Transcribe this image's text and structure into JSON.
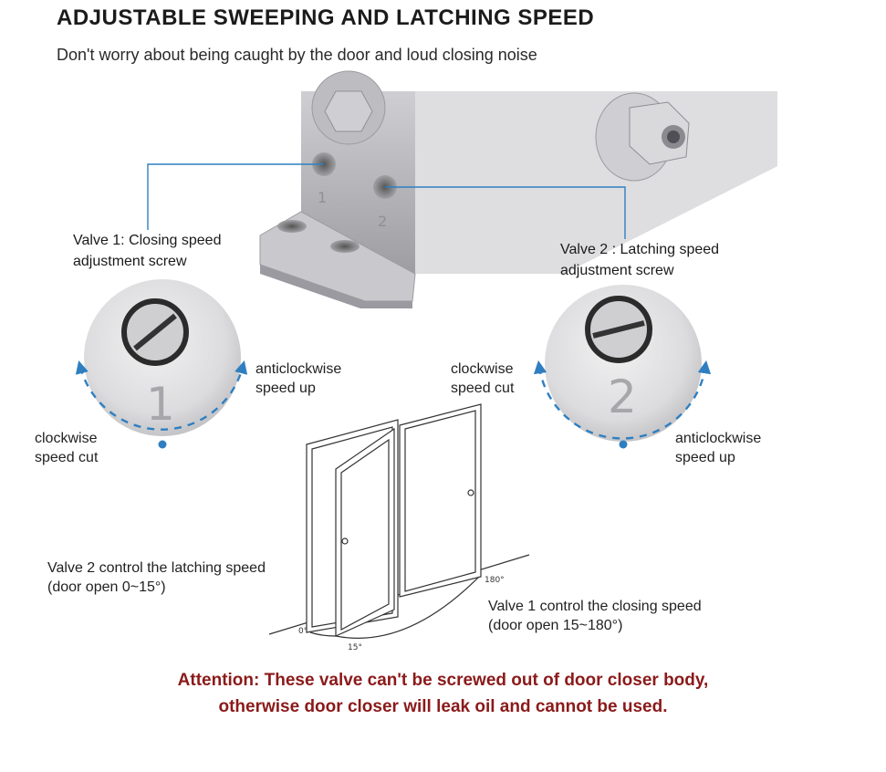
{
  "header": {
    "title": "ADJUSTABLE SWEEPING AND LATCHING SPEED",
    "subtitle": "Don't worry about being caught by the door and loud closing noise"
  },
  "valve1": {
    "label_line1": "Valve 1: Closing speed",
    "label_line2": "adjustment screw",
    "number": "1",
    "left_dir_line1": "clockwise",
    "left_dir_line2": "speed cut",
    "right_dir_line1": "anticlockwise",
    "right_dir_line2": "speed up"
  },
  "valve2": {
    "label_line1": "Valve 2 : Latching speed",
    "label_line2": "adjustment screw",
    "number": "2",
    "left_dir_line1": "clockwise",
    "left_dir_line2": "speed cut",
    "right_dir_line1": "anticlockwise",
    "right_dir_line2": "speed up"
  },
  "door_diagram": {
    "valve2_note_line1": "Valve 2 control the latching speed",
    "valve2_note_line2": "(door open 0~15°)",
    "valve1_note_line1": "Valve 1 control the closing speed",
    "valve1_note_line2": "(door open 15~180°)",
    "angle_0": "0°",
    "angle_15": "15°",
    "angle_180": "180°"
  },
  "attention": {
    "line1": "Attention: These valve can't be screwed out of door closer body,",
    "line2": "otherwise door closer will leak oil and cannot be used."
  },
  "colors": {
    "accent_blue": "#2f7fc0",
    "attention_red": "#8b1a1a",
    "metal_light": "#e2e2e4",
    "metal_dark": "#a9a9ad"
  }
}
